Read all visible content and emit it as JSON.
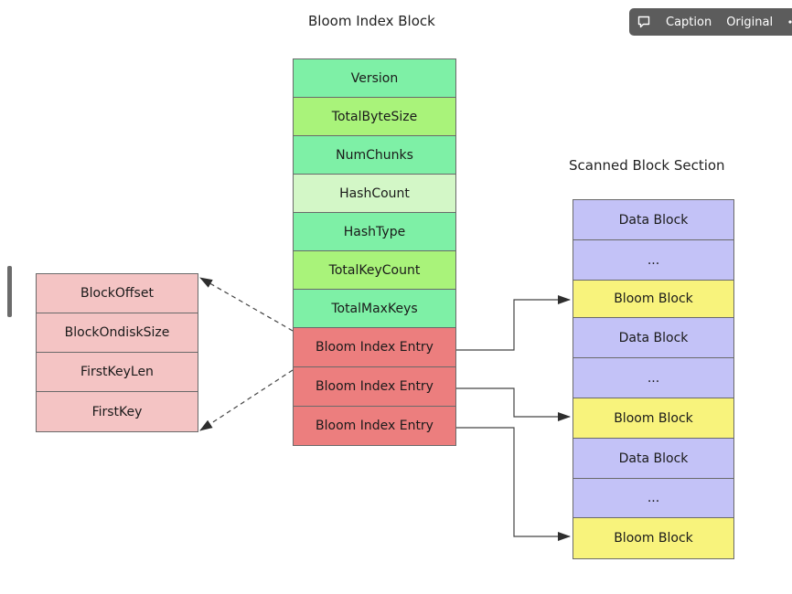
{
  "titles": {
    "index_block": "Bloom Index Block",
    "scanned_section": "Scanned Block Section"
  },
  "index_block": {
    "fields": [
      "Version",
      "TotalByteSize",
      "NumChunks",
      "HashCount",
      "HashType",
      "TotalKeyCount",
      "TotalMaxKeys"
    ],
    "entries": [
      "Bloom Index Entry",
      "Bloom Index Entry",
      "Bloom Index Entry"
    ]
  },
  "entry_fields": [
    "BlockOffset",
    "BlockOndiskSize",
    "FirstKeyLen",
    "FirstKey"
  ],
  "scanned_blocks": [
    "Data Block",
    "...",
    "Bloom Block",
    "Data Block",
    "...",
    "Bloom Block",
    "Data Block",
    "...",
    "Bloom Block"
  ],
  "toolbar": {
    "caption_label": "Caption",
    "original_label": "Original",
    "comment_icon": "comment-icon",
    "more_icon": "more-icon"
  },
  "colors": {
    "header_green": "#7ef0a6",
    "size_green": "#a9f37a",
    "hash_green": "#d3f7c7",
    "entry_red": "#ec7e7e",
    "field_pink": "#f4c4c4",
    "data_blue": "#c3c2f7",
    "bloom_yellow": "#f8f37c"
  }
}
